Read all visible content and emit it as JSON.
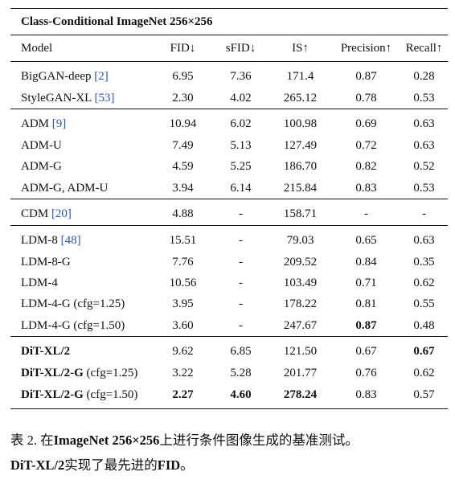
{
  "table": {
    "title": "Class-Conditional ImageNet 256×256",
    "headers": [
      "Model",
      "FID↓",
      "sFID↓",
      "IS↑",
      "Precision↑",
      "Recall↑"
    ],
    "groups": [
      {
        "rows": [
          {
            "name": "BigGAN-deep",
            "cite": "[2]",
            "fid": "6.95",
            "sfid": "7.36",
            "is": "171.4",
            "precision": "0.87",
            "recall": "0.28"
          },
          {
            "name": "StyleGAN-XL",
            "cite": "[53]",
            "fid": "2.30",
            "sfid": "4.02",
            "is": "265.12",
            "precision": "0.78",
            "recall": "0.53"
          }
        ]
      },
      {
        "rows": [
          {
            "name": "ADM",
            "cite": "[9]",
            "fid": "10.94",
            "sfid": "6.02",
            "is": "100.98",
            "precision": "0.69",
            "recall": "0.63"
          },
          {
            "name": "ADM-U",
            "cite": "",
            "fid": "7.49",
            "sfid": "5.13",
            "is": "127.49",
            "precision": "0.72",
            "recall": "0.63"
          },
          {
            "name": "ADM-G",
            "cite": "",
            "fid": "4.59",
            "sfid": "5.25",
            "is": "186.70",
            "precision": "0.82",
            "recall": "0.52"
          },
          {
            "name": "ADM-G, ADM-U",
            "cite": "",
            "fid": "3.94",
            "sfid": "6.14",
            "is": "215.84",
            "precision": "0.83",
            "recall": "0.53"
          }
        ]
      },
      {
        "rows": [
          {
            "name": "CDM",
            "cite": "[20]",
            "fid": "4.88",
            "sfid": "-",
            "is": "158.71",
            "precision": "-",
            "recall": "-"
          }
        ]
      },
      {
        "rows": [
          {
            "name": "LDM-8",
            "cite": "[48]",
            "fid": "15.51",
            "sfid": "-",
            "is": "79.03",
            "precision": "0.65",
            "recall": "0.63"
          },
          {
            "name": "LDM-8-G",
            "cite": "",
            "fid": "7.76",
            "sfid": "-",
            "is": "209.52",
            "precision": "0.84",
            "recall": "0.35"
          },
          {
            "name": "LDM-4",
            "cite": "",
            "fid": "10.56",
            "sfid": "-",
            "is": "103.49",
            "precision": "0.71",
            "recall": "0.62"
          },
          {
            "name": "LDM-4-G (cfg=1.25)",
            "cite": "",
            "fid": "3.95",
            "sfid": "-",
            "is": "178.22",
            "precision": "0.81",
            "recall": "0.55"
          },
          {
            "name": "LDM-4-G (cfg=1.50)",
            "cite": "",
            "fid": "3.60",
            "sfid": "-",
            "is": "247.67",
            "precision": "0.87",
            "recall": "0.48"
          }
        ]
      },
      {
        "rows": [
          {
            "name": "DiT-XL/2",
            "cite": "",
            "fid": "9.62",
            "sfid": "6.85",
            "is": "121.50",
            "precision": "0.67",
            "recall": "0.67"
          },
          {
            "name": "DiT-XL/2-G",
            "name_suffix": " (cfg=1.25)",
            "cite": "",
            "fid": "3.22",
            "sfid": "5.28",
            "is": "201.77",
            "precision": "0.76",
            "recall": "0.62"
          },
          {
            "name": "DiT-XL/2-G",
            "name_suffix": " (cfg=1.50)",
            "cite": "",
            "fid": "2.27",
            "sfid": "4.60",
            "is": "278.24",
            "precision": "0.83",
            "recall": "0.57"
          }
        ]
      }
    ]
  },
  "caption": {
    "label": "表 2.",
    "part1": "在",
    "bold1": "ImageNet 256×256",
    "part2": "上进行条件图像生成的基准测试。",
    "bold2": "DiT-XL/2",
    "part3": "实现了最先进的",
    "bold3": "FID",
    "part4": "。"
  }
}
